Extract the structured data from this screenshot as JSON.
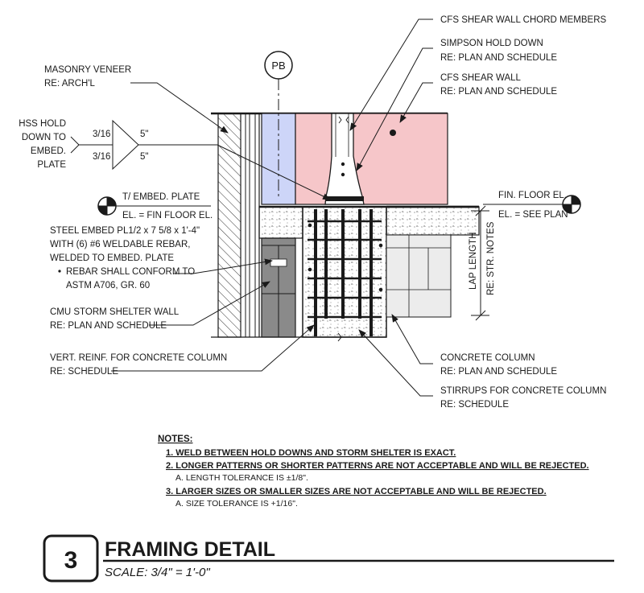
{
  "labels": {
    "cfs_chord": "CFS SHEAR WALL CHORD MEMBERS",
    "simpson_1": "SIMPSON HOLD DOWN",
    "simpson_2": "RE: PLAN AND SCHEDULE",
    "cfs_wall_1": "CFS SHEAR WALL",
    "cfs_wall_2": "RE: PLAN AND SCHEDULE",
    "masonry_1": "MASONRY VENEER",
    "masonry_2": "RE: ARCH'L",
    "grid_bubble": "PB",
    "hss_1": "HSS HOLD",
    "hss_2": "DOWN TO",
    "hss_3": "EMBED.",
    "hss_4": "PLATE",
    "weld_size_top": "3/16",
    "weld_len_top": "5\"",
    "weld_size_bot": "3/16",
    "weld_len_bot": "5\"",
    "embed_el_1": "T/ EMBED. PLATE",
    "embed_el_2": "EL. = FIN FLOOR EL.",
    "floor_el_1": "FIN. FLOOR EL.",
    "floor_el_2": "EL. = SEE PLAN",
    "steel_1": "STEEL EMBED PL1/2 x 7 5/8 x 1'-4\"",
    "steel_2": "WITH (6) #6 WELDABLE REBAR,",
    "steel_3": "WELDED TO EMBED. PLATE",
    "steel_4": "REBAR SHALL CONFORM TO",
    "steel_5": "ASTM A706, GR. 60",
    "lap_1": "LAP LENGTH",
    "lap_2": "RE: STR. NOTES",
    "cmu_1": "CMU STORM SHELTER WALL",
    "cmu_2": "RE: PLAN AND SCHEDULE",
    "vert_1": "VERT. REINF. FOR CONCRETE COLUMN",
    "vert_2": "RE: SCHEDULE",
    "col_1": "CONCRETE COLUMN",
    "col_2": "RE: PLAN AND SCHEDULE",
    "stir_1": "STIRRUPS FOR CONCRETE COLUMN",
    "stir_2": "RE: SCHEDULE"
  },
  "notes": {
    "heading": "NOTES:",
    "n1": "1. WELD BETWEEN HOLD DOWNS AND STORM SHELTER IS EXACT.",
    "n2": "2. LONGER PATTERNS OR SHORTER PATTERNS ARE NOT ACCEPTABLE AND WILL BE REJECTED.",
    "n2a": "A. LENGTH TOLERANCE IS ±1/8\".",
    "n3": "3. LARGER SIZES OR SMALLER SIZES ARE NOT ACCEPTABLE AND WILL BE REJECTED.",
    "n3a": "A. SIZE TOLERANCE IS +1/16\"."
  },
  "title_block": {
    "detail_number": "3",
    "title": "FRAMING DETAIL",
    "scale": "SCALE:  3/4\" = 1'-0\""
  },
  "colors": {
    "shear_wall_fill": "#f6c6c9",
    "stud_fill": "#cdd5f8",
    "cmu_fill": "#8a8a8a",
    "block_fill": "#ececec",
    "line": "#1a1a1a"
  }
}
